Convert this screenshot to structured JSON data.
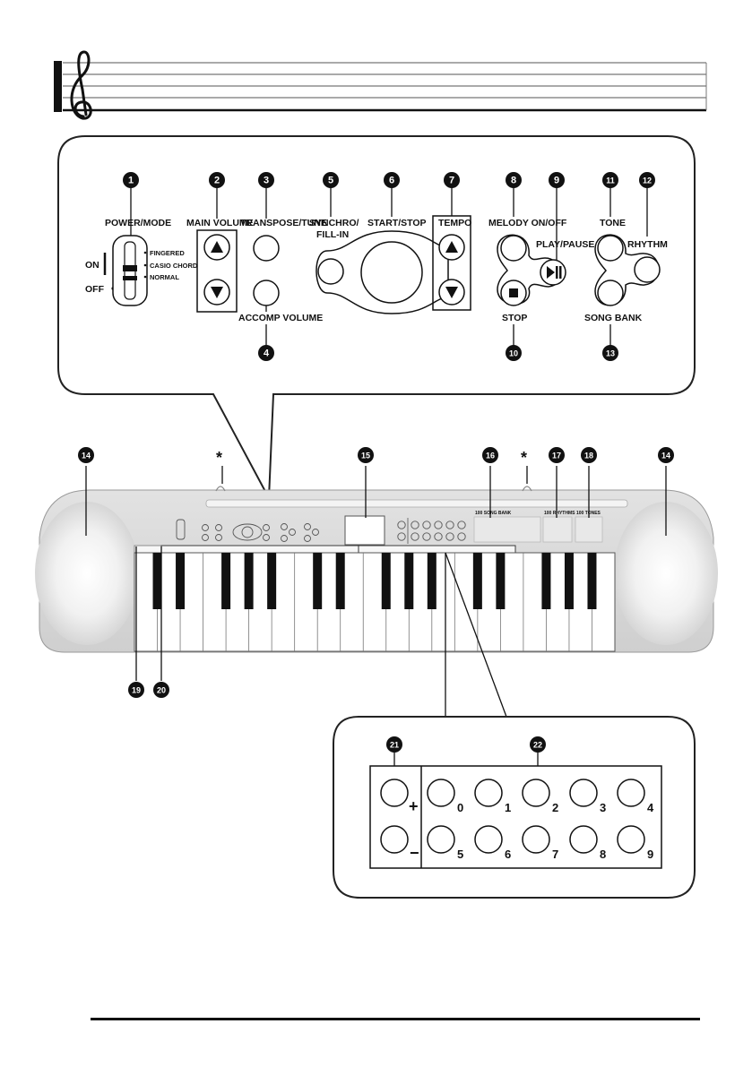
{
  "labels": {
    "power_mode": "POWER/MODE",
    "on": "ON",
    "off": "OFF",
    "fingered": "FINGERED",
    "casio_chord": "CASIO CHORD",
    "normal": "NORMAL",
    "main_volume": "MAIN VOLUME",
    "transpose_tune": "TRANSPOSE/TUNE",
    "accomp_volume": "ACCOMP VOLUME",
    "synchro_1": "SYNCHRO/",
    "synchro_2": "FILL-IN",
    "start_stop": "START/STOP",
    "tempo": "TEMPO",
    "melody_on_off": "MELODY ON/OFF",
    "play_pause": "PLAY/PAUSE",
    "stop": "STOP",
    "tone": "TONE",
    "rhythm": "RHYTHM",
    "song_bank": "SONG BANK",
    "asterisk": "*",
    "panel_song_bank": "100 SONG BANK",
    "panel_rhythms": "100 RHYTHMS",
    "panel_tones": "100 TONES",
    "plus": "+",
    "minus": "−"
  },
  "callouts": [
    "1",
    "2",
    "3",
    "4",
    "5",
    "6",
    "7",
    "8",
    "9",
    "10",
    "11",
    "12",
    "13",
    "14",
    "15",
    "16",
    "17",
    "18",
    "19",
    "20",
    "21",
    "22"
  ],
  "digits": [
    "0",
    "1",
    "2",
    "3",
    "4",
    "5",
    "6",
    "7",
    "8",
    "9"
  ],
  "colors": {
    "callout_bg": "#111111",
    "line": "#222222",
    "body_gray": "#d9d9d9",
    "key_white": "#ffffff",
    "key_black": "#111111"
  }
}
